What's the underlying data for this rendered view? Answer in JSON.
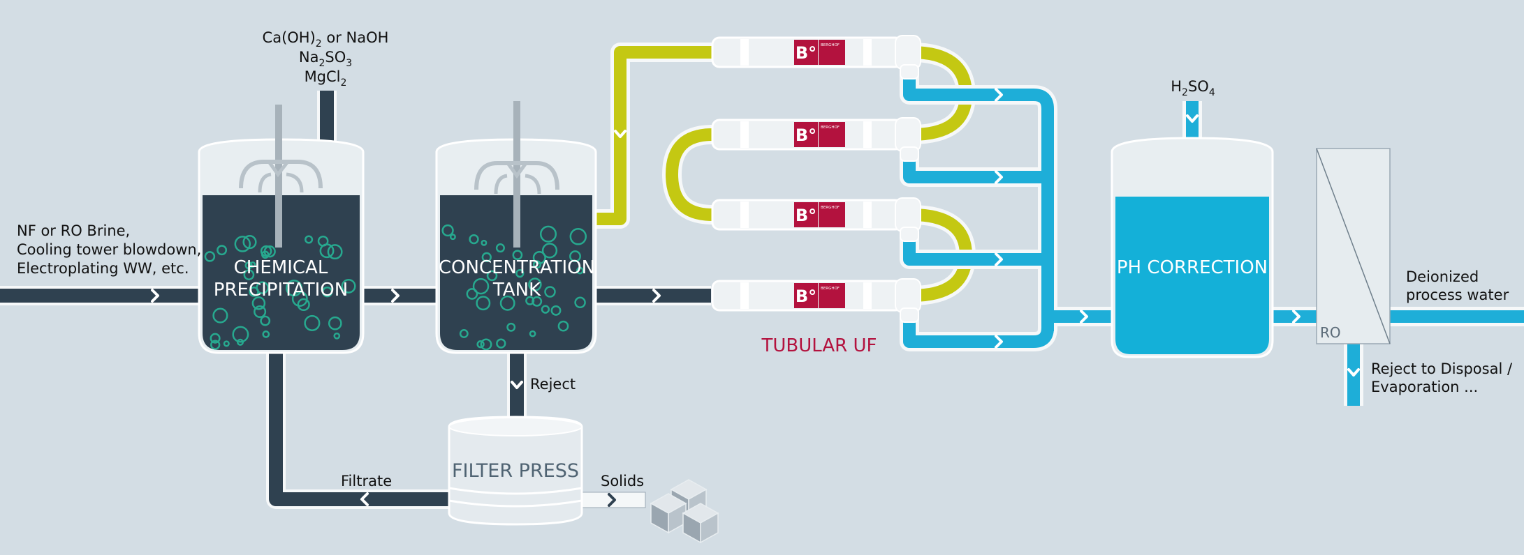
{
  "inputs": {
    "feed": [
      "NF or RO Brine,",
      "Cooling tower blowdown,",
      "Electroplating WW, etc."
    ],
    "chemicals": {
      "line1": {
        "a": "Ca(OH)",
        "a_sub": "2",
        "b": " or NaOH"
      },
      "line2": {
        "a": "Na",
        "a_sub": "2",
        "b": "SO",
        "b_sub": "3"
      },
      "line3": {
        "a": "MgCl",
        "a_sub": "2"
      }
    },
    "acid": {
      "a": "H",
      "a_sub": "2",
      "b": "SO",
      "b_sub": "4"
    }
  },
  "units": {
    "chemical_precipitation": [
      "CHEMICAL",
      "PRECIPITATION"
    ],
    "concentration_tank": [
      "CONCENTRATION",
      "TANK"
    ],
    "filter_press": "FILTER PRESS",
    "tubular_uf": "TUBULAR UF",
    "ph_correction": "PH CORRECTION",
    "ro": "RO",
    "module_logo": "B°",
    "module_brand": "BERGHOF"
  },
  "streams": {
    "reject": "Reject",
    "filtrate": "Filtrate",
    "solids": "Solids",
    "product": [
      "Deionized",
      "process water"
    ],
    "ro_reject": [
      "Reject to Disposal /",
      "Evaporation ..."
    ]
  },
  "colors": {
    "background": "#d3dde4",
    "dark_pipe": "#2f4150",
    "yellow_pipe": "#c4c812",
    "blue_pipe": "#1eaed8",
    "tank_liquid": "#2f4150",
    "ph_liquid": "#14b0d8",
    "bubble": "#27a98f",
    "brand_red": "#b3123e"
  }
}
